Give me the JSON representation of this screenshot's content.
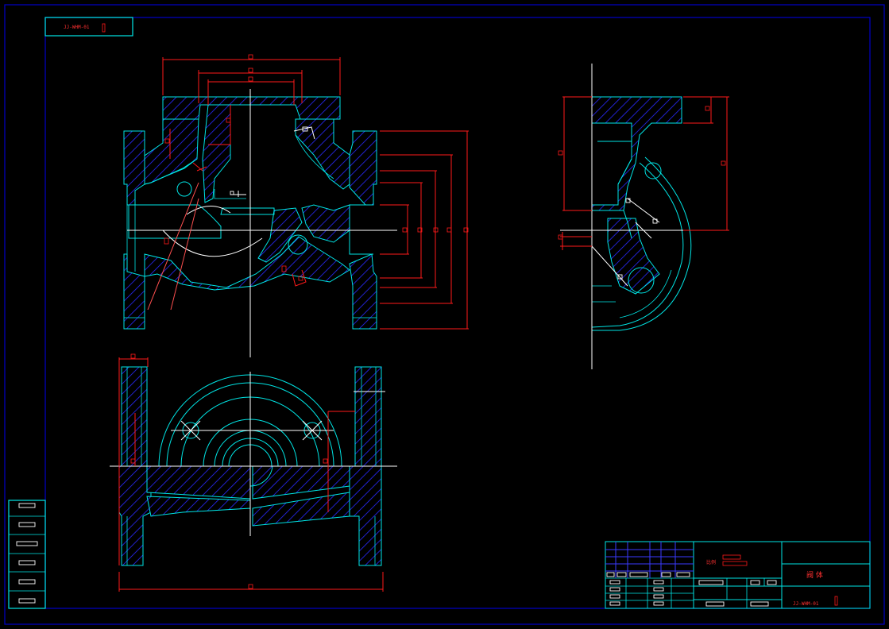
{
  "colors": {
    "background": "#000000",
    "frame": "#0000c8",
    "outline": "#00e5e5",
    "section_hatch": "#2a2aff",
    "centerline": "#ffffff",
    "dimension": "#ff1a1a"
  },
  "drawing_code": {
    "top_left": "JJ-WHM-01",
    "bottom_right": "JJ-WHM-01"
  },
  "title_block": {
    "part_name": "阀 体",
    "scale_mark": "比例"
  }
}
